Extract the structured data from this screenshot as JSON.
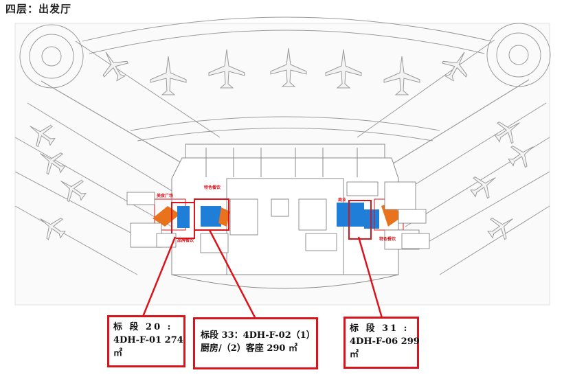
{
  "page": {
    "title": "四层：出发厅"
  },
  "labels": {
    "food_square": "美食广场",
    "label_b": "特色餐饮",
    "label_c": "品牌餐饮",
    "label_d": "商业",
    "label_e": "特色餐饮"
  },
  "callouts": [
    {
      "id": "20",
      "line1": "标 段 20 :",
      "line2": "4DH-F-01 274",
      "line3": "㎡"
    },
    {
      "id": "33",
      "line1": "标段 33：4DH-F-02（1）",
      "line2": "厨房/（2）客座  290 ㎡"
    },
    {
      "id": "31",
      "line1": "标 段 31 :",
      "line2": "4DH-F-06 299",
      "line3": "㎡"
    }
  ],
  "colors": {
    "accent_red": "#d9141b",
    "zone_orange": "#e9731c",
    "zone_blue": "#1f7fd8",
    "line_grey": "#9a9a9a"
  }
}
